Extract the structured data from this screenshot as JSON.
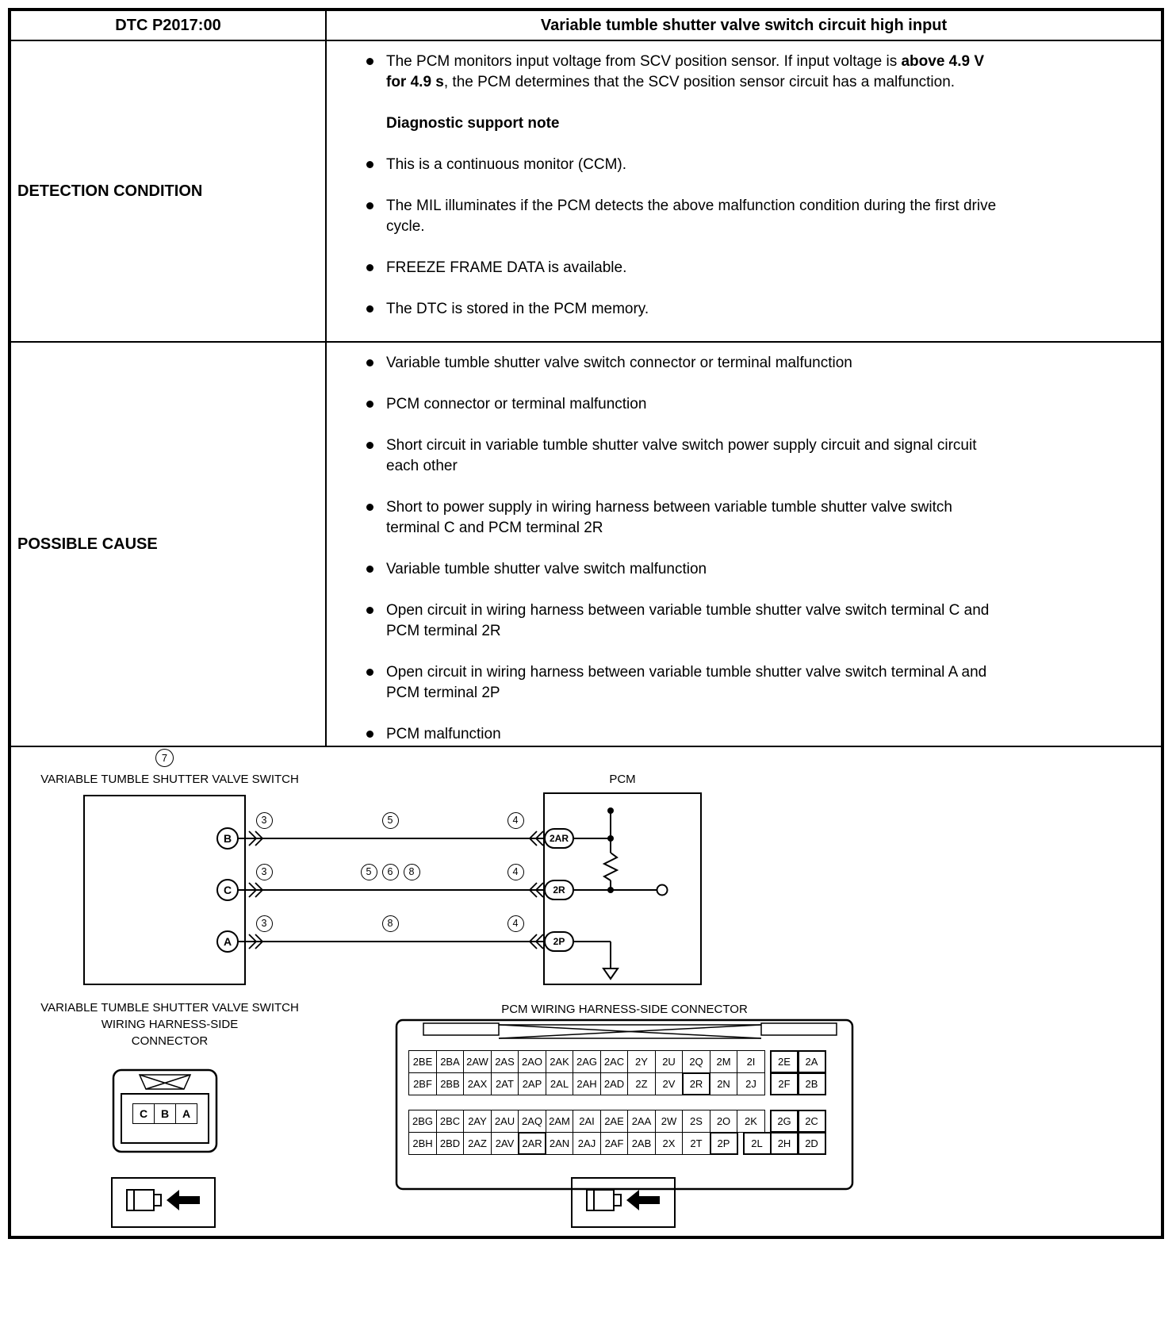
{
  "header": {
    "dtc_code": "DTC P2017:00",
    "title": "Variable tumble shutter valve switch circuit high input"
  },
  "detection_condition": {
    "label": "DETECTION CONDITION",
    "items": [
      {
        "type": "bullet",
        "segments": [
          {
            "text": "The PCM monitors input voltage from SCV position sensor. If input voltage is "
          },
          {
            "text": "above 4.9 V for 4.9 s",
            "bold": true
          },
          {
            "text": ", the PCM determines that the SCV position sensor circuit has a malfunction."
          }
        ]
      },
      {
        "type": "heading",
        "segments": [
          {
            "text": "Diagnostic support note",
            "bold": true
          }
        ]
      },
      {
        "type": "bullet",
        "segments": [
          {
            "text": "This is a continuous monitor (CCM)."
          }
        ]
      },
      {
        "type": "bullet",
        "segments": [
          {
            "text": "The MIL illuminates if the PCM detects the above malfunction condition during the first drive cycle."
          }
        ]
      },
      {
        "type": "bullet",
        "segments": [
          {
            "text": "FREEZE FRAME DATA is available."
          }
        ]
      },
      {
        "type": "bullet",
        "segments": [
          {
            "text": "The DTC is stored in the PCM memory."
          }
        ]
      }
    ]
  },
  "possible_cause": {
    "label": "POSSIBLE CAUSE",
    "items": [
      {
        "type": "bullet",
        "segments": [
          {
            "text": "Variable tumble shutter valve switch connector or terminal malfunction"
          }
        ]
      },
      {
        "type": "bullet",
        "segments": [
          {
            "text": "PCM connector or terminal malfunction"
          }
        ]
      },
      {
        "type": "bullet",
        "segments": [
          {
            "text": "Short circuit in variable tumble shutter valve switch power supply circuit and signal circuit each other"
          }
        ]
      },
      {
        "type": "bullet",
        "segments": [
          {
            "text": "Short to power supply in wiring harness between variable tumble shutter valve switch terminal C and PCM terminal 2R"
          }
        ]
      },
      {
        "type": "bullet",
        "segments": [
          {
            "text": "Variable tumble shutter valve switch malfunction"
          }
        ]
      },
      {
        "type": "bullet",
        "segments": [
          {
            "text": "Open circuit in wiring harness between variable tumble shutter valve switch terminal C and PCM terminal 2R"
          }
        ]
      },
      {
        "type": "bullet",
        "segments": [
          {
            "text": "Open circuit in wiring harness between variable tumble shutter valve switch terminal A and PCM terminal 2P"
          }
        ]
      },
      {
        "type": "bullet",
        "segments": [
          {
            "text": "PCM malfunction"
          }
        ]
      }
    ]
  },
  "diagram": {
    "callout_number": "7",
    "switch_title": "VARIABLE TUMBLE SHUTTER VALVE SWITCH",
    "pcm_title": "PCM",
    "wires": [
      {
        "switch_terminal": "B",
        "pcm_terminal": "2AR",
        "left_marks": [
          "3"
        ],
        "mid_marks": [
          "5"
        ],
        "right_marks": [
          "4"
        ]
      },
      {
        "switch_terminal": "C",
        "pcm_terminal": "2R",
        "left_marks": [
          "3"
        ],
        "mid_marks": [
          "5",
          "6",
          "8"
        ],
        "right_marks": [
          "4"
        ]
      },
      {
        "switch_terminal": "A",
        "pcm_terminal": "2P",
        "left_marks": [
          "3"
        ],
        "mid_marks": [
          "8"
        ],
        "right_marks": [
          "4"
        ]
      }
    ],
    "switch_connector": {
      "title_lines": [
        "VARIABLE TUMBLE SHUTTER VALVE SWITCH",
        "WIRING HARNESS-SIDE",
        "CONNECTOR"
      ],
      "pins": [
        "C",
        "B",
        "A"
      ]
    },
    "pcm_connector": {
      "title": "PCM WIRING HARNESS-SIDE CONNECTOR",
      "highlight_pins": [
        "2AR",
        "2R",
        "2P"
      ],
      "blocks": [
        {
          "rows": [
            {
              "main": [
                "2BE",
                "2BA",
                "2AW",
                "2AS",
                "2AO",
                "2AK",
                "2AG",
                "2AC",
                "2Y",
                "2U",
                "2Q",
                "2M",
                "2I"
              ],
              "sub": [
                "2E",
                "2A"
              ]
            },
            {
              "main": [
                "2BF",
                "2BB",
                "2AX",
                "2AT",
                "2AP",
                "2AL",
                "2AH",
                "2AD",
                "2Z",
                "2V",
                "2R",
                "2N",
                "2J"
              ],
              "sub": [
                "2F",
                "2B"
              ]
            }
          ]
        },
        {
          "rows": [
            {
              "main": [
                "2BG",
                "2BC",
                "2AY",
                "2AU",
                "2AQ",
                "2AM",
                "2AI",
                "2AE",
                "2AA",
                "2W",
                "2S",
                "2O",
                "2K"
              ],
              "sub": [
                "2G",
                "2C"
              ]
            },
            {
              "main": [
                "2BH",
                "2BD",
                "2AZ",
                "2AV",
                "2AR",
                "2AN",
                "2AJ",
                "2AF",
                "2AB",
                "2X",
                "2T",
                "2P"
              ],
              "sub": [
                "2L",
                "2H",
                "2D"
              ]
            }
          ]
        }
      ]
    }
  }
}
